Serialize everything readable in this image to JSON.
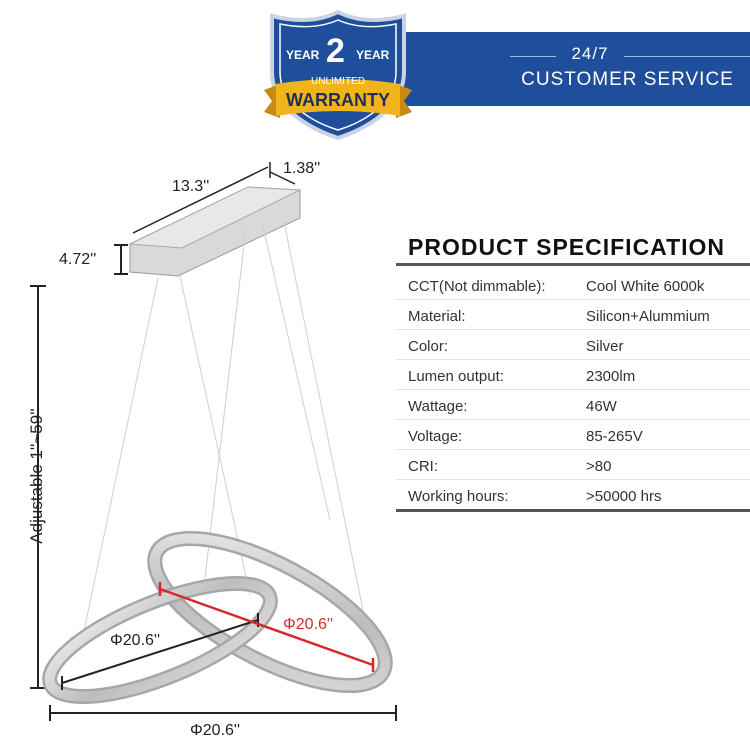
{
  "banner": {
    "line1": "24/7",
    "line2": "CUSTOMER SERVICE"
  },
  "badge": {
    "year_left": "YEAR",
    "number": "2",
    "year_right": "YEAR",
    "unlimited": "UNLIMITED",
    "warranty": "WARRANTY",
    "colors": {
      "shield": "#1f4f9c",
      "ribbon": "#f2b41c"
    }
  },
  "spec": {
    "title": "PRODUCT SPECIFICATION",
    "rows": [
      {
        "key": "CCT(Not dimmable):",
        "value": "Cool White 6000k"
      },
      {
        "key": "Material:",
        "value": "Silicon+Alummium"
      },
      {
        "key": "Color:",
        "value": "Silver"
      },
      {
        "key": "Lumen output:",
        "value": "2300lm"
      },
      {
        "key": "Wattage:",
        "value": "46W"
      },
      {
        "key": "Voltage:",
        "value": "85-265V"
      },
      {
        "key": "CRI:",
        "value": ">80"
      },
      {
        "key": "Working hours:",
        "value": ">50000 hrs"
      }
    ]
  },
  "dimensions": {
    "canopy_length": "13.3''",
    "canopy_width": "1.38''",
    "canopy_height": "4.72''",
    "adjustable": "Adjustable 1''~59''",
    "ring_inner": "Φ20.6''",
    "ring_red": "Φ20.6''",
    "overall_width": "Φ20.6''"
  }
}
